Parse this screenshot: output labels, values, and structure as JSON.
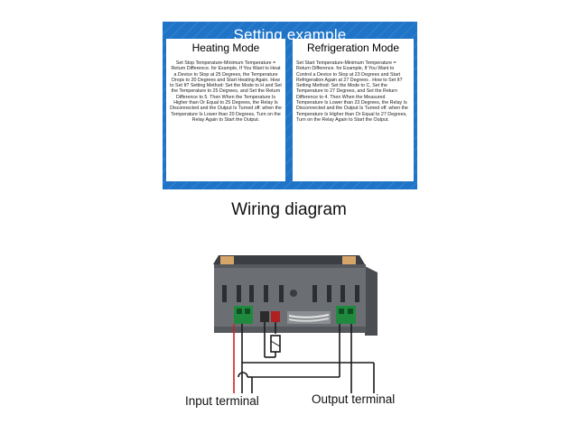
{
  "setting_example": {
    "title": "Setting example",
    "heating": {
      "title": "Heating Mode",
      "text": "Set Stop Temperature-Minimum Temperature = Return Difference. for Example, If You Want to Heat a Device to Stop at 25 Degrees, the Temperature Drops to 20 Degrees and Start Heating Again. How to Set It? Setting Method: Set the Mode to H and Set the Temperature to 25 Degrees, and Set the Return Difference to 5. Then When the Temperature Is Higher than Or Equal to 25 Degrees, the Relay Is Disconnected and the Output Is Turned off. when the Temperature Is Lower than 20 Degrees, Turn on the Relay Again to Start the Output."
    },
    "refrigeration": {
      "title": "Refrigeration Mode",
      "text": "Set Start Temperature-Minimum Temperature = Return Difference. for Example, If You Want to Control a Device to Stop at 23 Degrees and Start Refrigeration Again at 27 Degrees . How to Set It? Setting Method: Set the Mode to C, Set the Temperature to 27 Degrees, and Set the Return Difference to 4. Then When the Measured Temperature Is Lower than 23 Degrees, the Relay Is Disconnected and the Output Is Turned off. when the Temperature Is Higher than Or Equal to 27 Degrees, Turn on the Relay Again to Start the Output."
    }
  },
  "wiring": {
    "title": "Wiring diagram",
    "input_label": "Input terminal",
    "output_label": "Output terminal"
  },
  "colors": {
    "panel_blue": "#1f74c8",
    "terminal_green": "#1f8a3e",
    "device_gray": "#6b6f73",
    "wire_red": "#d02020"
  }
}
